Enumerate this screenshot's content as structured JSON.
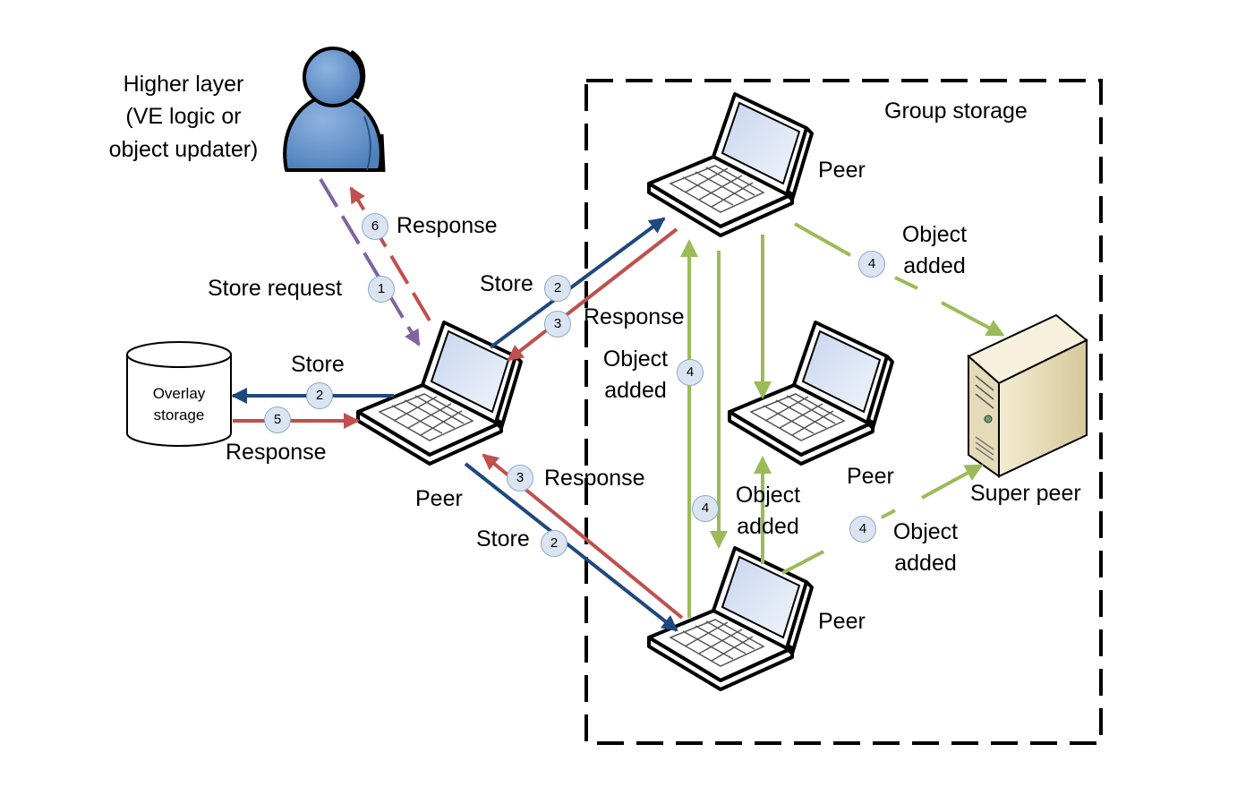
{
  "labels": {
    "higher_layer": [
      "Higher layer",
      "(VE logic or",
      "object updater)"
    ],
    "group_storage": "Group storage",
    "overlay_storage": [
      "Overlay",
      "storage"
    ],
    "peer": "Peer",
    "super_peer": "Super peer",
    "store": "Store",
    "store_request": "Store request",
    "response": "Response",
    "object_added": [
      "Object",
      "added"
    ]
  },
  "steps": {
    "one": "1",
    "two": "2",
    "three": "3",
    "four": "4",
    "five": "5",
    "six": "6"
  },
  "colors": {
    "store": "#1f497d",
    "response": "#c0504d",
    "request": "#8064a2",
    "object_added": "#9bbb59",
    "user": "#4f81bd",
    "step_badge": "#dbe5f1"
  }
}
